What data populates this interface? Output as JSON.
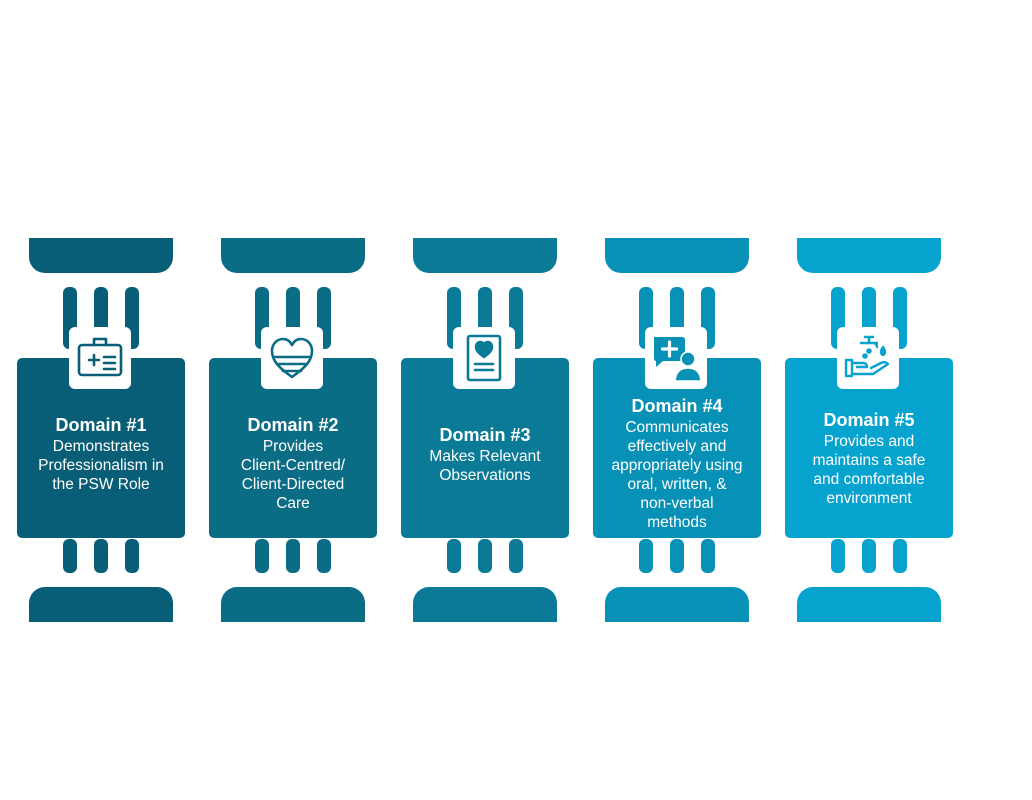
{
  "colors": {
    "domain1": "#085e76",
    "domain2": "#0b6c85",
    "domain3": "#0a7a97",
    "domain4": "#0891b6",
    "domain5": "#07a3cf"
  },
  "domains": [
    {
      "title": "Domain #1",
      "lines": [
        "Demonstrates",
        "Professionalism in",
        "the PSW Role"
      ],
      "icon": "id-card-icon"
    },
    {
      "title": "Domain #2",
      "lines": [
        "Provides",
        "Client-Centred/",
        "Client-Directed",
        "Care"
      ],
      "icon": "heart-icon"
    },
    {
      "title": "Domain #3",
      "lines": [
        "Makes Relevant",
        "Observations"
      ],
      "icon": "document-heart-icon"
    },
    {
      "title": "Domain #4",
      "lines": [
        "Communicates",
        "effectively and",
        "appropriately using",
        "oral, written, &",
        "non-verbal",
        "methods"
      ],
      "icon": "chat-person-icon"
    },
    {
      "title": "Domain #5",
      "lines": [
        "Provides and",
        "maintains a safe",
        "and comfortable",
        "environment"
      ],
      "icon": "hand-wash-icon"
    }
  ]
}
